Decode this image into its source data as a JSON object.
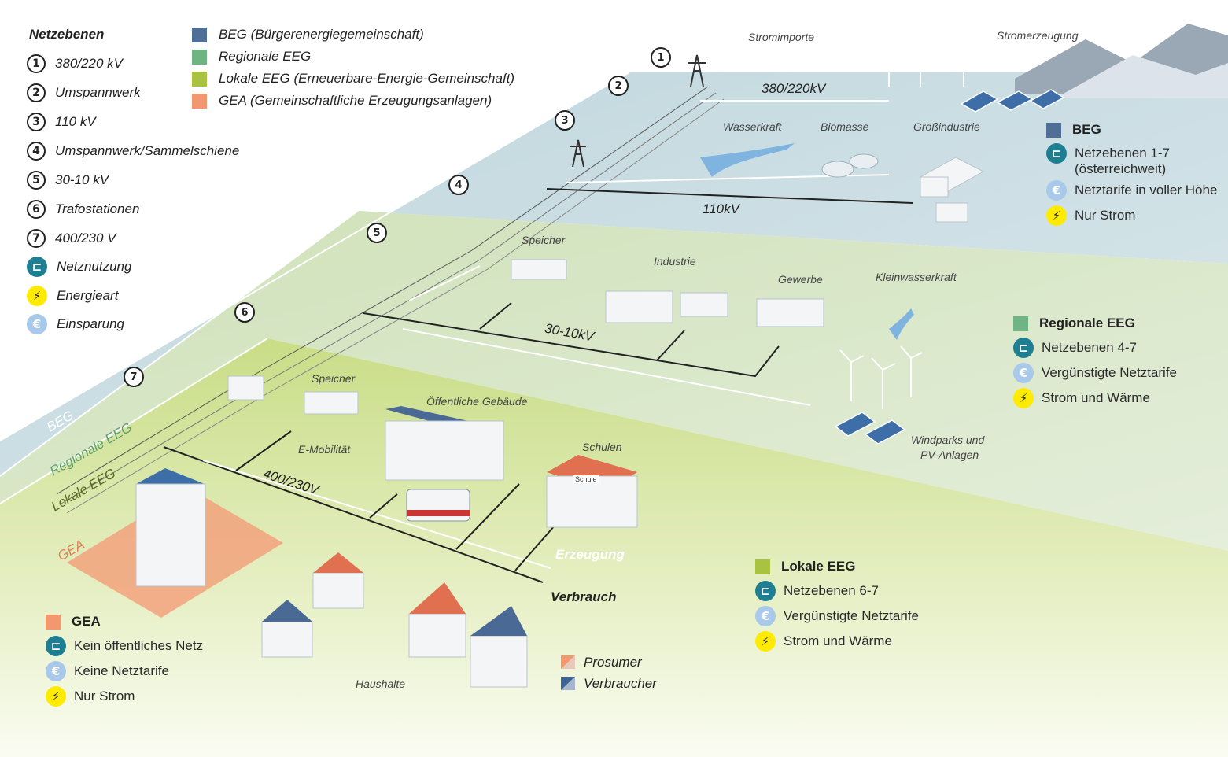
{
  "legend": {
    "title": "Netzebenen",
    "levels": [
      {
        "num": "1",
        "label": "380/220 kV"
      },
      {
        "num": "2",
        "label": "Umspannwerk"
      },
      {
        "num": "3",
        "label": "110 kV"
      },
      {
        "num": "4",
        "label": "Umspannwerk/Sammelschiene"
      },
      {
        "num": "5",
        "label": "30-10 kV"
      },
      {
        "num": "6",
        "label": "Trafostationen"
      },
      {
        "num": "7",
        "label": "400/230 V"
      }
    ],
    "icons": [
      {
        "icon": "grid-use-icon",
        "label": "Netznutzung"
      },
      {
        "icon": "lightning-icon",
        "label": "Energieart"
      },
      {
        "icon": "euro-icon",
        "label": "Einsparung"
      }
    ]
  },
  "communities": [
    {
      "label": "BEG (Bürgerenergiegemeinschaft)",
      "color": "#4f6f96"
    },
    {
      "label": "Regionale EEG",
      "color": "#6fb584"
    },
    {
      "label": "Lokale EEG (Erneuerbare-Energie-Gemeinschaft)",
      "color": "#a9c23f"
    },
    {
      "label": "GEA (Gemeinschaftliche Erzeugungsanlagen)",
      "color": "#f2976e"
    }
  ],
  "scene": {
    "stromimporte": "Stromimporte",
    "stromerzeugung": "Stromerzeugung",
    "v380": "380/220kV",
    "wasserkraft": "Wasserkraft",
    "biomasse": "Biomasse",
    "grossindustrie": "Großindustrie",
    "v110": "110kV",
    "speicher1": "Speicher",
    "industrie": "Industrie",
    "gewerbe": "Gewerbe",
    "kleinwasserkraft": "Kleinwasserkraft",
    "v30": "30-10kV",
    "windparks1": "Windparks und",
    "windparks2": "PV-Anlagen",
    "speicher2": "Speicher",
    "oeffentliche": "Öffentliche Gebäude",
    "emobilitaet": "E-Mobilität",
    "schulen": "Schulen",
    "schule_sign": "Schule",
    "v400": "400/230V",
    "erzeugung": "Erzeugung",
    "verbrauch": "Verbrauch",
    "haushalte": "Haushalte",
    "band_beg": "BEG",
    "band_regional": "Regionale EEG",
    "band_lokal": "Lokale EEG",
    "band_gea": "GEA",
    "pins": [
      "1",
      "2",
      "3",
      "4",
      "5",
      "6",
      "7"
    ]
  },
  "types": {
    "prosumer": "Prosumer",
    "verbraucher": "Verbraucher"
  },
  "groups": {
    "beg": {
      "title": "BEG",
      "color": "#4f6f96",
      "net": "Netzebenen 1-7",
      "net2": "(österreichweit)",
      "tarif": "Netztarife in voller Höhe",
      "energie": "Nur Strom"
    },
    "regional": {
      "title": "Regionale EEG",
      "color": "#6fb584",
      "net": "Netzebenen 4-7",
      "tarif": "Vergünstigte Netztarife",
      "energie": "Strom und Wärme"
    },
    "lokal": {
      "title": "Lokale EEG",
      "color": "#a9c23f",
      "net": "Netzebenen 6-7",
      "tarif": "Vergünstigte Netztarife",
      "energie": "Strom und Wärme"
    },
    "gea": {
      "title": "GEA",
      "color": "#f2976e",
      "net": "Kein öffentliches Netz",
      "tarif": "Keine Netztarife",
      "energie": "Nur Strom"
    }
  },
  "glyphs": {
    "net": "⊏",
    "eur": "€",
    "bolt": "⚡"
  }
}
